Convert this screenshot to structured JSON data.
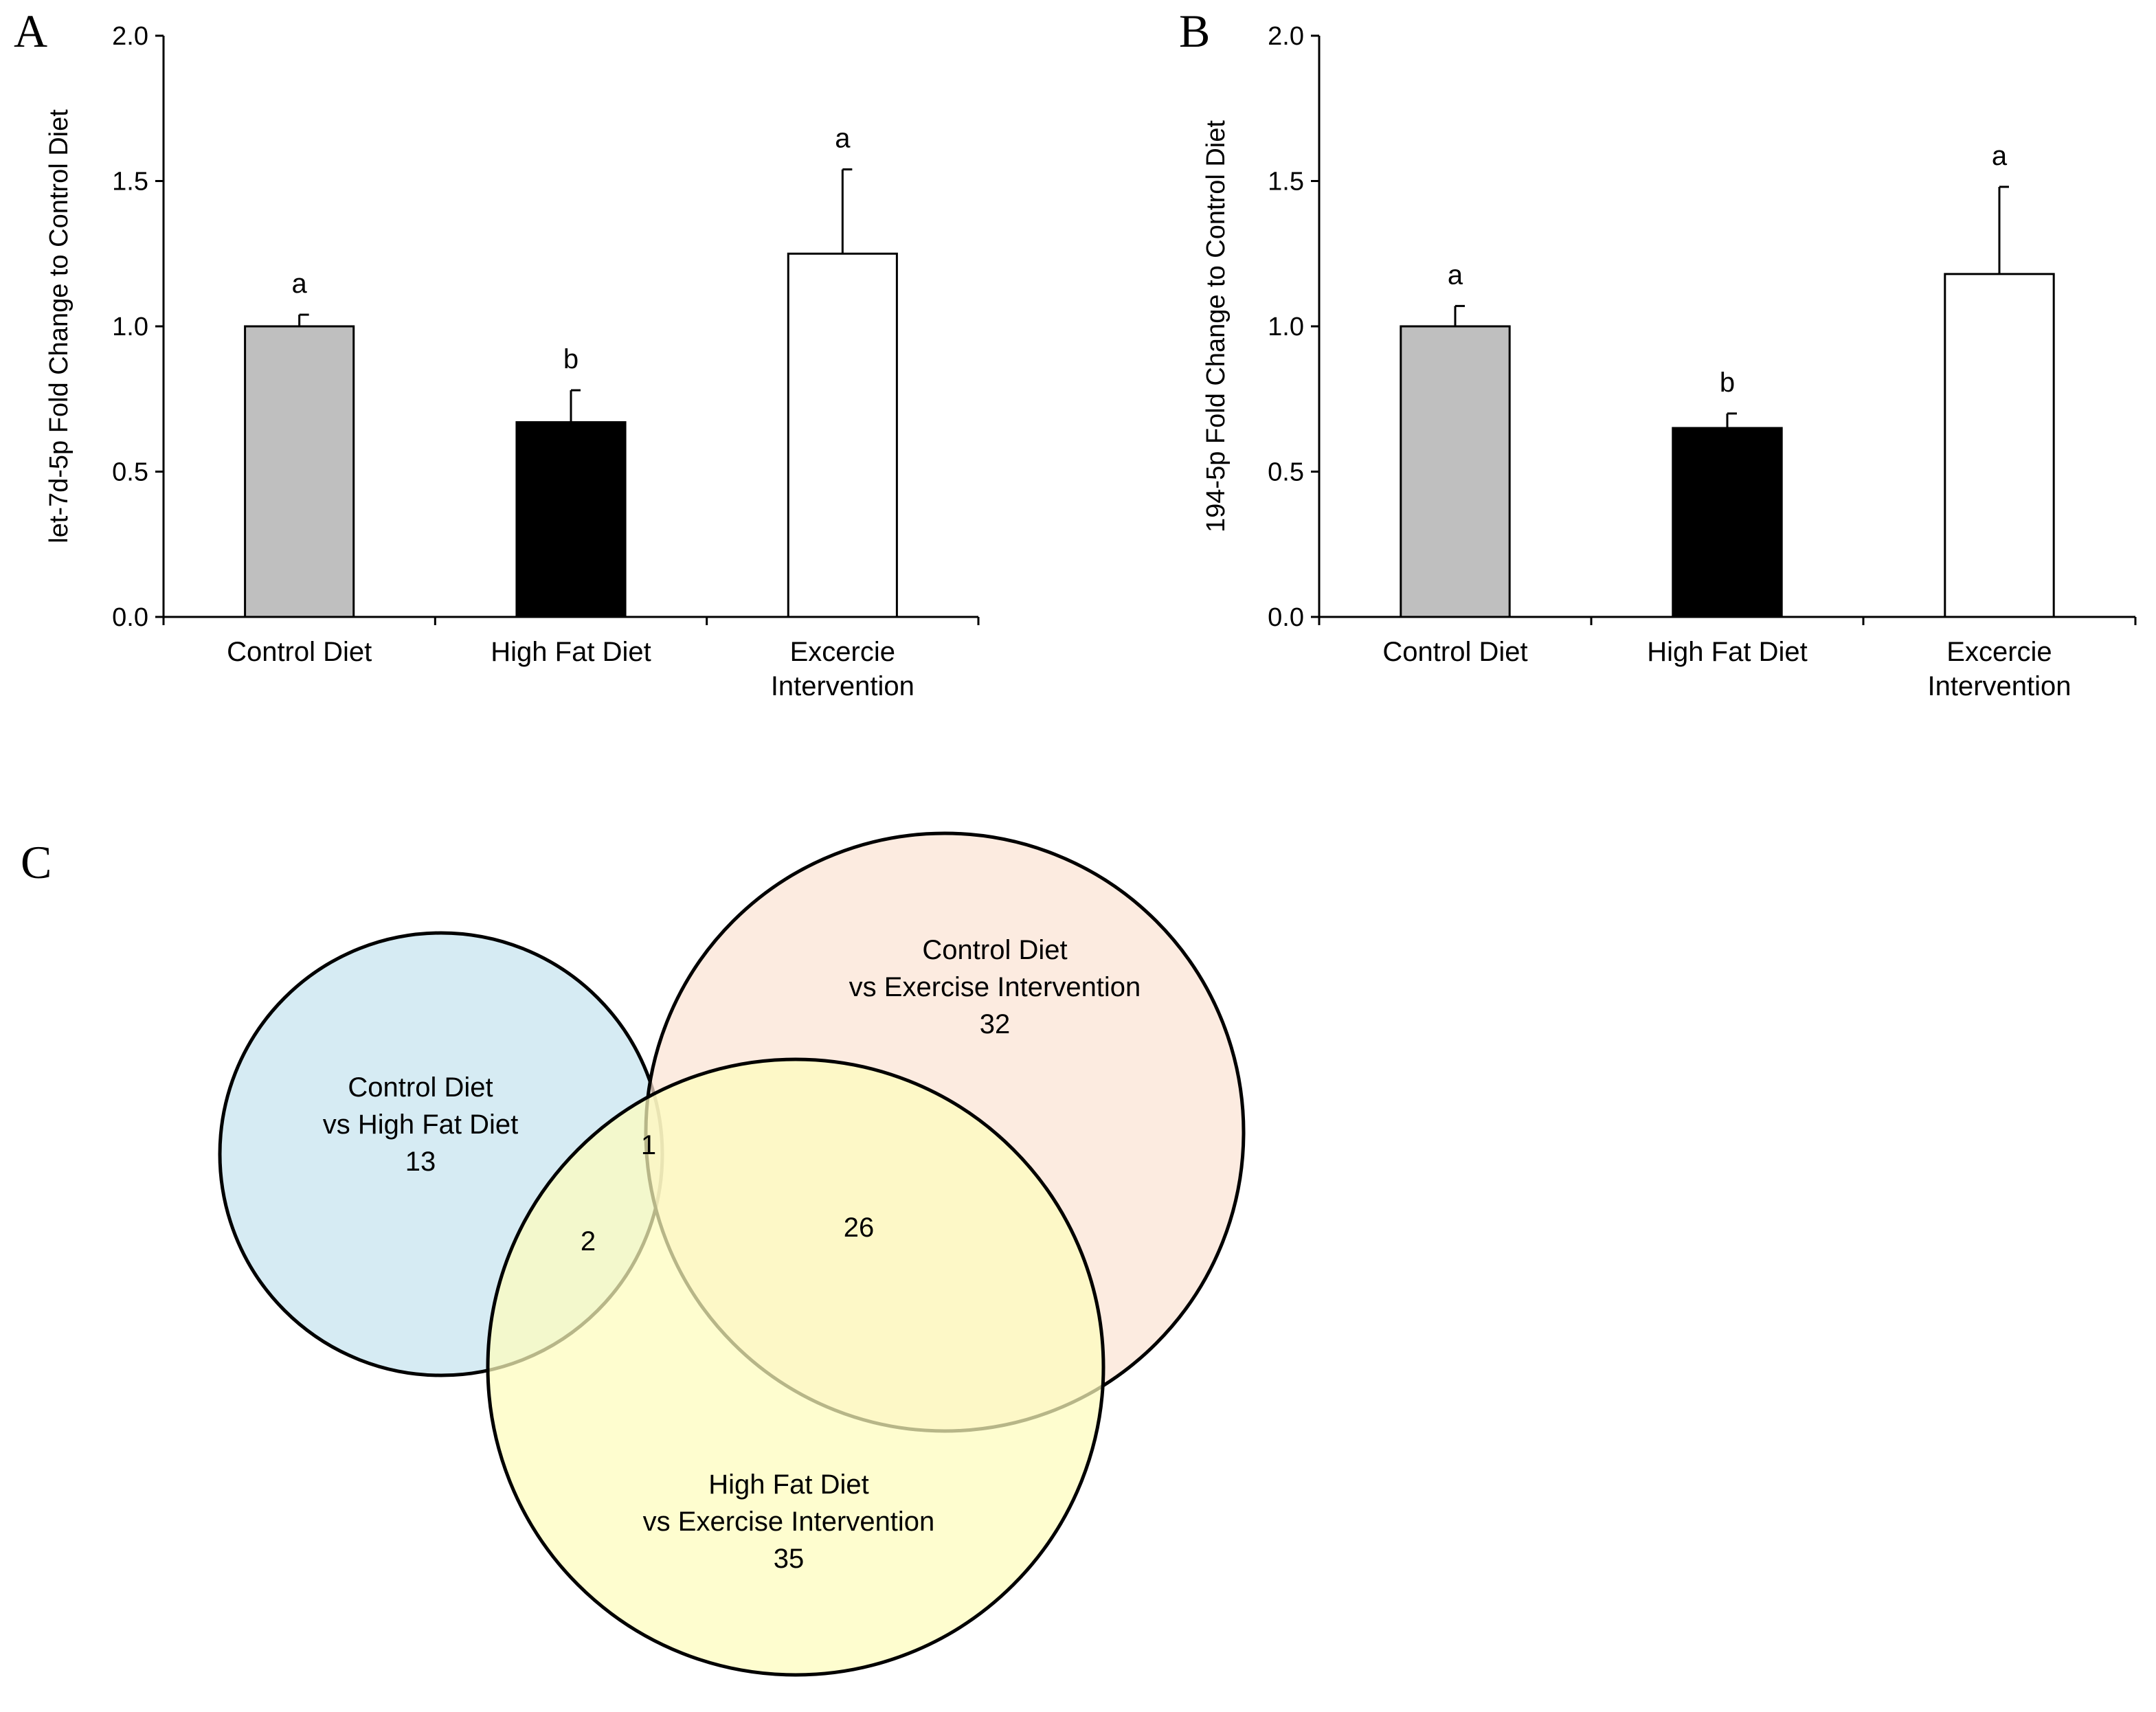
{
  "panel_labels": {
    "a": "A",
    "b": "B",
    "c": "C"
  },
  "colors": {
    "control": "#bfbfbf",
    "high_fat": "#000000",
    "exercise": "#ffffff",
    "venn_cd_hfd": "#c6e3ee",
    "venn_cd_ex": "#fbe3d4",
    "venn_hfd_ex": "#fdfcbc"
  },
  "chart_data": [
    {
      "type": "bar",
      "panel": "A",
      "categories": [
        [
          "Control Diet"
        ],
        [
          "High Fat Diet"
        ],
        [
          "Excercie",
          "Intervention"
        ]
      ],
      "values": [
        1.0,
        0.67,
        1.25
      ],
      "errors": [
        0.04,
        0.11,
        0.29
      ],
      "significance": [
        "a",
        "b",
        "a"
      ],
      "ylabel": "let-7d-5p  Fold Change to Control Diet",
      "ylim": [
        0,
        2.0
      ],
      "yticks": [
        "0.0",
        "0.5",
        "1.0",
        "1.5",
        "2.0"
      ],
      "grid": false
    },
    {
      "type": "bar",
      "panel": "B",
      "categories": [
        [
          "Control Diet"
        ],
        [
          "High Fat Diet"
        ],
        [
          "Excercie",
          "Intervention"
        ]
      ],
      "values": [
        1.0,
        0.65,
        1.18
      ],
      "errors": [
        0.07,
        0.05,
        0.3
      ],
      "significance": [
        "a",
        "b",
        "a"
      ],
      "ylabel": "194-5p  Fold Change to Control Diet",
      "ylim": [
        0,
        2.0
      ],
      "yticks": [
        "0.0",
        "0.5",
        "1.0",
        "1.5",
        "2.0"
      ],
      "grid": false
    }
  ],
  "venn": {
    "sets": [
      {
        "line1": "Control Diet",
        "line2": "vs High Fat Diet",
        "count": "13"
      },
      {
        "line1": "Control Diet",
        "line2": "vs Exercise Intervention",
        "count": "32"
      },
      {
        "line1": "High Fat Diet",
        "line2": "vs Exercise Intervention",
        "count": "35"
      }
    ],
    "overlaps": {
      "cd_hfd__cd_ex": "1",
      "cd_hfd__hfd_ex": "2",
      "cd_ex__hfd_ex": "26"
    }
  }
}
